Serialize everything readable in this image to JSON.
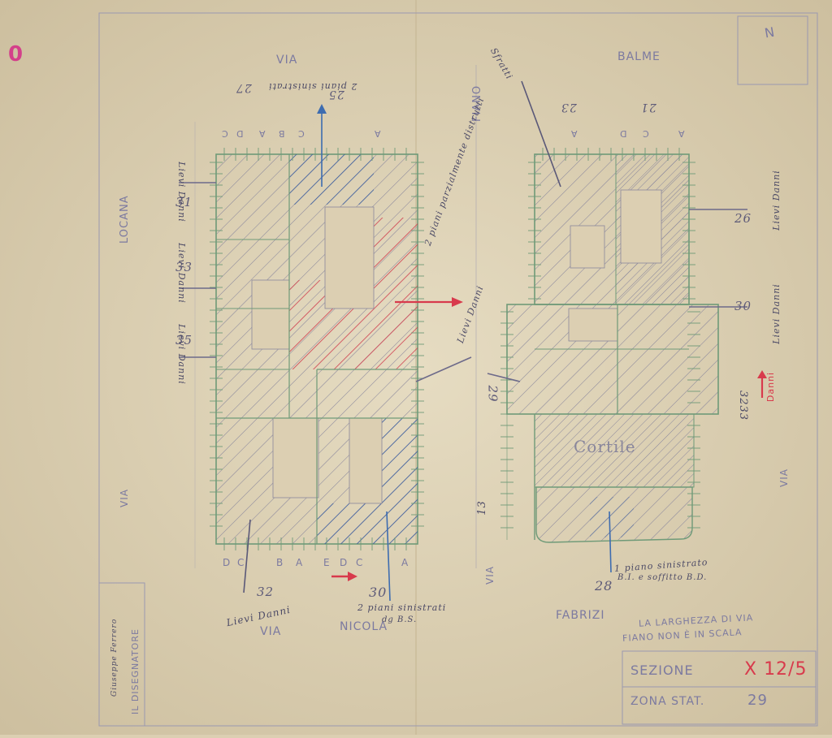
{
  "corner_mark": "0",
  "north_mark": "N",
  "streets": {
    "via_top": "VIA",
    "balme": "BALME",
    "fiano": "FIANO",
    "locana": "LOCANA",
    "via_left": "VIA",
    "via_center": "VIA",
    "via_right": "VIA",
    "via_bottom": "VIA",
    "nicola": "NICOLA",
    "fabrizi": "FABRIZI"
  },
  "house_numbers": {
    "n25": "25",
    "n27": "27",
    "n23": "23",
    "n21": "21",
    "n31": "31",
    "n33": "33",
    "n35": "35",
    "n32": "32",
    "n30": "30",
    "n28": "28",
    "n29": "29",
    "n26": "26",
    "n30b": "30",
    "n3233": "3233",
    "n13": "13"
  },
  "notes": {
    "top_blue": "2 piani sinistrati",
    "damage_31": "Lievi Danni",
    "damage_33": "Lievi Danni",
    "damage_35": "Lievi Danni",
    "damage_26": "Lievi Danni",
    "damage_30r": "Lievi Danni",
    "damage_32": "Lievi Danni",
    "center_red": "2 piani parzialmente distrutti",
    "center_damage": "Lievi Danni",
    "bottom_30": "2 piani sinistrati",
    "bottom_30_sub": "dg B.S.",
    "bottom_28": "1 piano sinistrato",
    "bottom_28_sub": "B.I. e soffitto B.D.",
    "right_red": "Danni",
    "top_annot": "Sfratti"
  },
  "courtyard": "Cortile",
  "width_note_1": "LA LARGHEZZA DI VIA",
  "width_note_2": "FIANO NON È IN SCALA",
  "designer_box": {
    "title": "IL DISEGNATORE",
    "signature": "Giuseppe Ferrero"
  },
  "section_box": {
    "sezione_label": "SEZIONE",
    "sezione_value": "X 12/5",
    "zona_label": "ZONA STAT.",
    "zona_value": "29"
  },
  "block_labels_left": [
    "D",
    "C",
    "B",
    "A",
    "E",
    "D",
    "C",
    "A"
  ],
  "block_labels_top_left": [
    "C",
    "D",
    "A",
    "B",
    "C",
    "A"
  ],
  "block_labels_top_right": [
    "A",
    "D",
    "C",
    "A"
  ],
  "colors": {
    "paper": "#dccfb2",
    "green_outline": "#6f9a78",
    "hatch": "#8a879c",
    "red_hatch": "#d04050",
    "blue_hatch": "#3d5fa0"
  }
}
